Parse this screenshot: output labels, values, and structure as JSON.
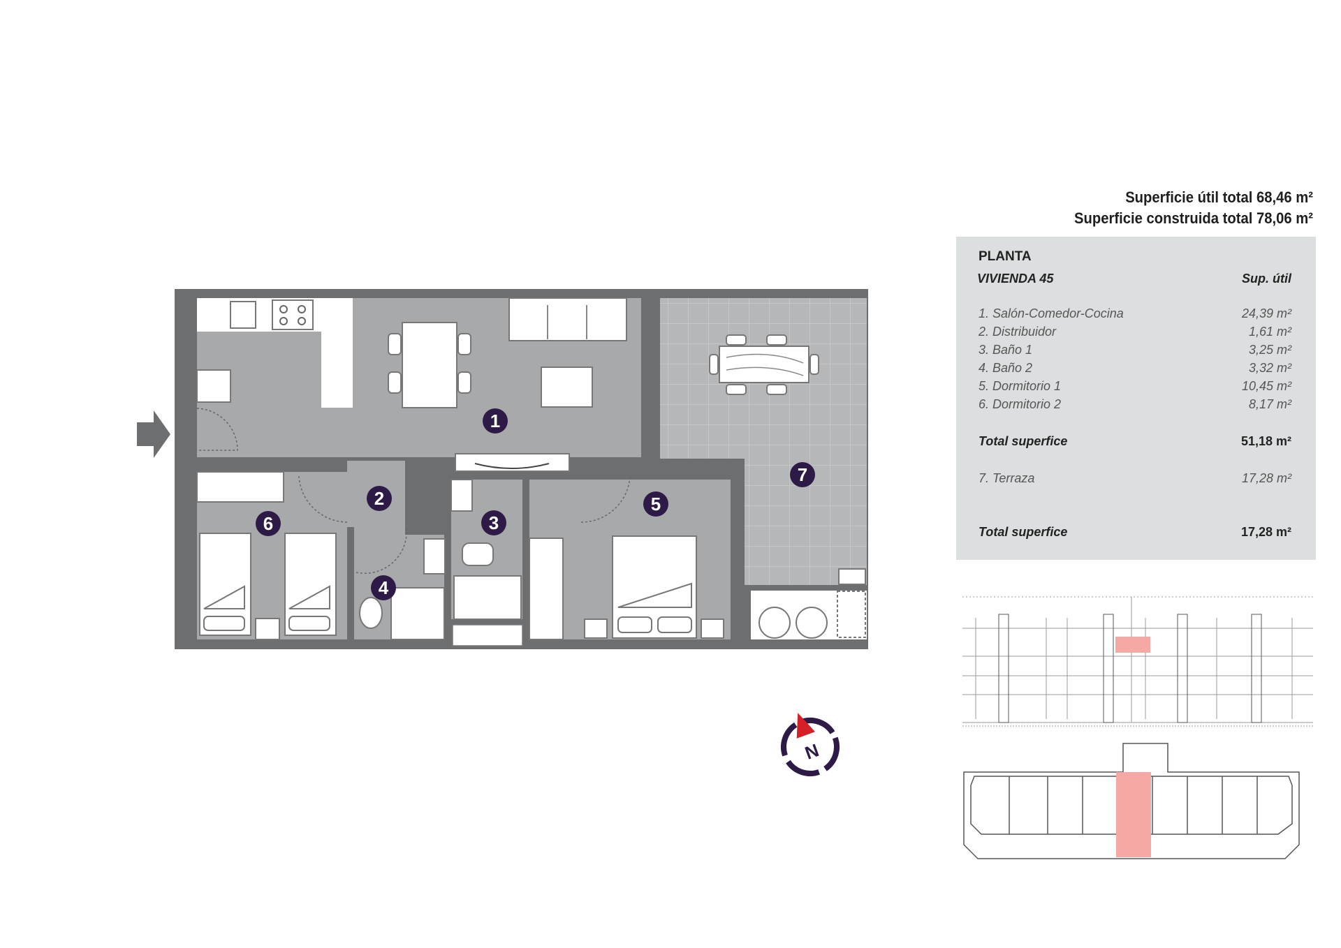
{
  "totals": {
    "util": "Superficie útil total 68,46 m²",
    "construida": "Superficie construida total 78,06 m²"
  },
  "panel": {
    "planta": "PLANTA",
    "vivienda": "VIVIENDA  45",
    "sup_header": "Sup. útil",
    "rooms": [
      {
        "label": "1. Salón-Comedor-Cocina",
        "value": "24,39 m²"
      },
      {
        "label": "2. Distribuidor",
        "value": "1,61 m²"
      },
      {
        "label": "3. Baño 1",
        "value": "3,25 m²"
      },
      {
        "label": "4. Baño 2",
        "value": "3,32 m²"
      },
      {
        "label": "5. Dormitorio 1",
        "value": "10,45 m²"
      },
      {
        "label": "6. Dormitorio 2",
        "value": "8,17 m²"
      }
    ],
    "total1": {
      "label": "Total superfice",
      "value": "51,18 m²"
    },
    "terraza": {
      "label": "7. Terraza",
      "value": "17,28 m²"
    },
    "total2": {
      "label": "Total superfice",
      "value": "17,28 m²"
    }
  },
  "plan": {
    "badges": [
      "1",
      "2",
      "3",
      "4",
      "5",
      "6",
      "7"
    ],
    "compass_letter": "N"
  },
  "colors": {
    "wall": "#6d6e70",
    "floor": "#a7a9ab",
    "terrace": "#b5b7b9",
    "badge": "#2e1a47",
    "highlight": "#f4a9a4",
    "compass_arrow": "#d62027"
  }
}
